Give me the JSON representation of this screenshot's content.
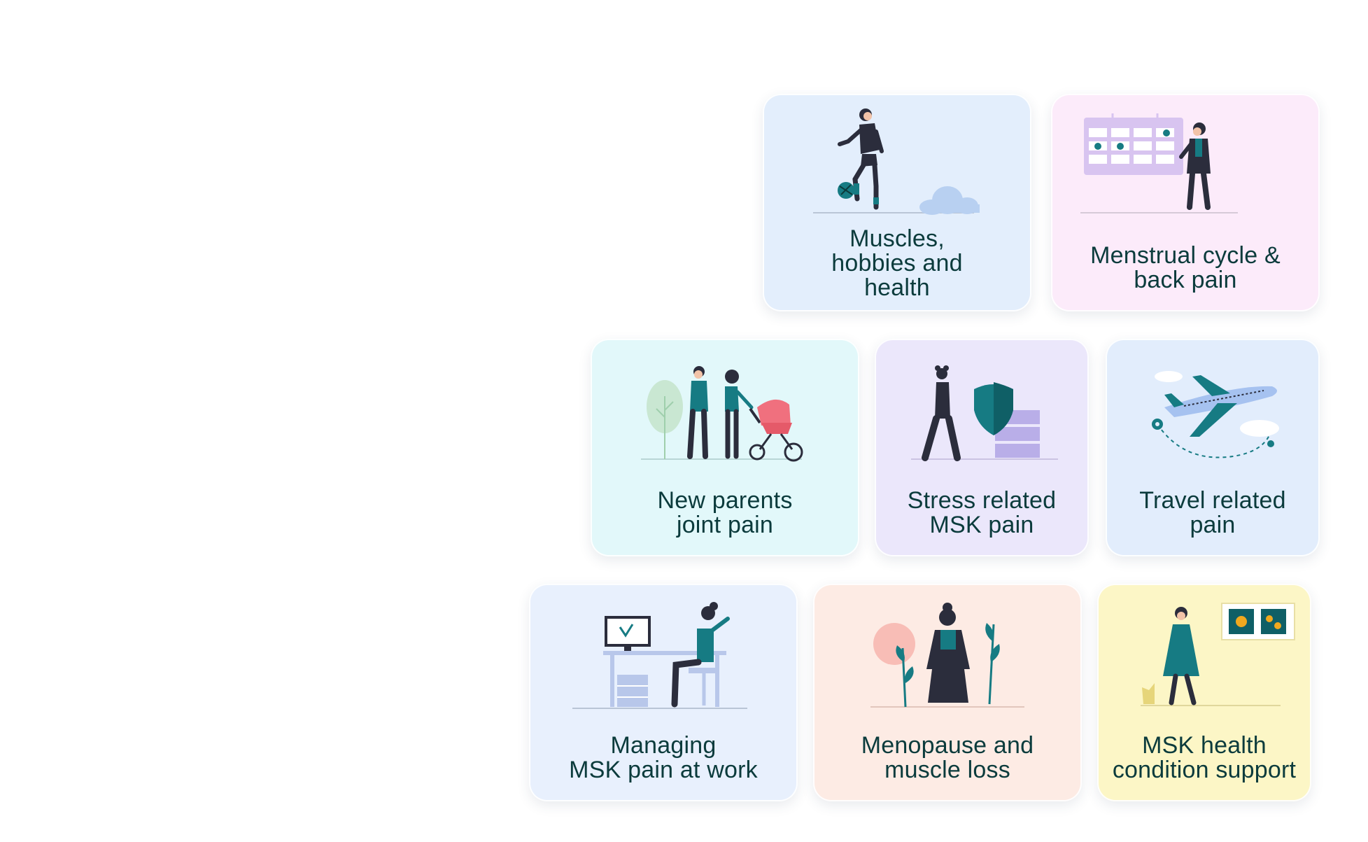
{
  "cards": [
    {
      "label": "Muscles,\nhobbies and\nhealth",
      "background": "#e3eefc",
      "illustration": "football-player-icon"
    },
    {
      "label": "Menstrual cycle  &\nback pain",
      "background": "#fcebfa",
      "illustration": "calendar-woman-icon"
    },
    {
      "label": "New parents\njoint pain",
      "background": "#e2f8fa",
      "illustration": "parents-stroller-icon"
    },
    {
      "label": "Stress related\nMSK pain",
      "background": "#ebe7fb",
      "illustration": "shield-woman-icon"
    },
    {
      "label": "Travel related\npain",
      "background": "#e2edfc",
      "illustration": "airplane-icon"
    },
    {
      "label": "Managing\nMSK pain at work",
      "background": "#e8f0fd",
      "illustration": "desk-worker-icon"
    },
    {
      "label": "Menopause and\nmuscle loss",
      "background": "#fdebe4",
      "illustration": "woman-plants-icon"
    },
    {
      "label": "MSK health\ncondition support",
      "background": "#fcf6c6",
      "illustration": "woman-gallery-icon"
    }
  ],
  "colors": {
    "text": "#0b3b3c",
    "teal": "#167b83",
    "dark": "#2b2d3c"
  }
}
